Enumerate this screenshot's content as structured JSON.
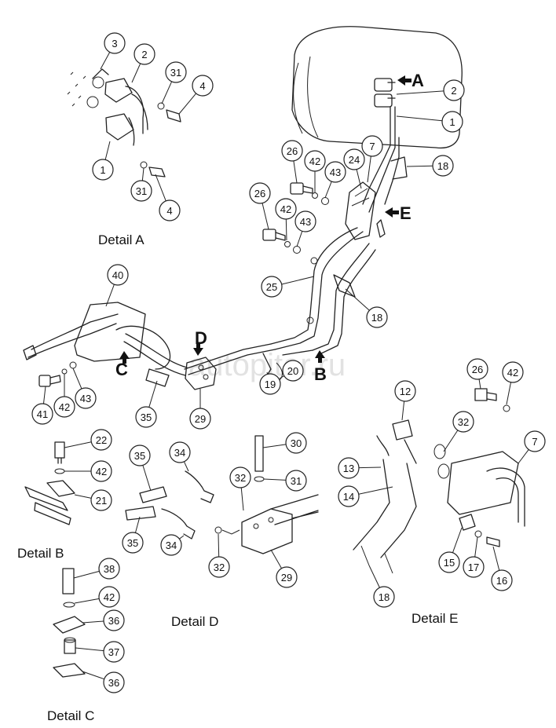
{
  "detail_labels": {
    "a": "Detail A",
    "b": "Detail B",
    "c": "Detail C",
    "d": "Detail D",
    "e": "Detail E"
  },
  "view_letters": {
    "a": "A",
    "b": "B",
    "c": "C",
    "d": "D",
    "e": "E"
  },
  "watermark": "autopiter.ru",
  "callouts": [
    "3",
    "2",
    "31",
    "4",
    "1",
    "31",
    "4",
    "2",
    "1",
    "18",
    "7",
    "24",
    "26",
    "42",
    "43",
    "26",
    "42",
    "43",
    "25",
    "18",
    "40",
    "41",
    "42",
    "43",
    "35",
    "29",
    "19",
    "20",
    "22",
    "42",
    "21",
    "35",
    "34",
    "35",
    "34",
    "30",
    "32",
    "31",
    "32",
    "29",
    "38",
    "42",
    "36",
    "37",
    "36",
    "26",
    "42",
    "12",
    "32",
    "7",
    "13",
    "14",
    "15",
    "17",
    "16",
    "18"
  ]
}
